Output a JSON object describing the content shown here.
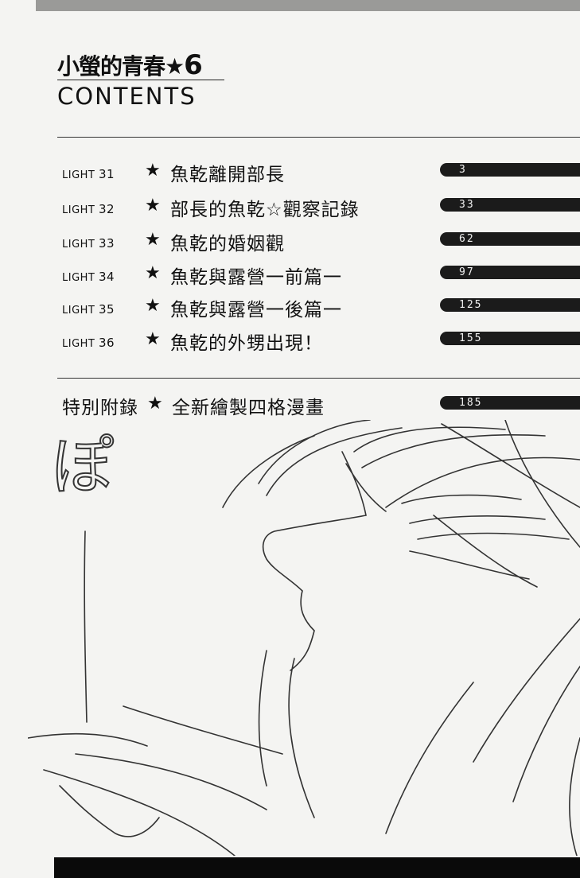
{
  "header": {
    "title_jp": "小螢的青春★",
    "volume": "6",
    "title_en": "CONTENTS"
  },
  "chapters": [
    {
      "light": "LIGHT",
      "num": "31",
      "title": "魚乾離開部長",
      "page": "3"
    },
    {
      "light": "LIGHT",
      "num": "32",
      "title": "部長的魚乾☆觀察記錄",
      "page": "33"
    },
    {
      "light": "LIGHT",
      "num": "33",
      "title": "魚乾的婚姻觀",
      "page": "62"
    },
    {
      "light": "LIGHT",
      "num": "34",
      "title": "魚乾與露營一前篇一",
      "page": "97"
    },
    {
      "light": "LIGHT",
      "num": "35",
      "title": "魚乾與露營一後篇一",
      "page": "125"
    },
    {
      "light": "LIGHT",
      "num": "36",
      "title": "魚乾的外甥出現！",
      "page": "155"
    }
  ],
  "star": "★",
  "special": {
    "label": "特別附錄",
    "title": "全新繪製四格漫畫",
    "page": "185"
  },
  "art": {
    "sfx": "ぽ"
  }
}
